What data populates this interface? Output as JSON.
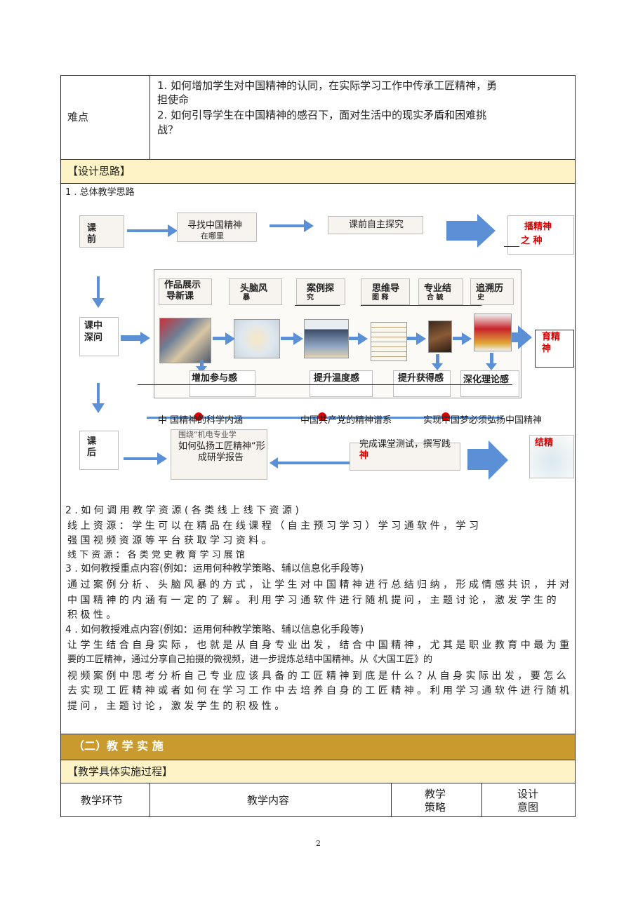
{
  "difficulty": {
    "label": "难点",
    "lines": [
      "1. 如何增加学生对中国精神的认同，在实际学习工作中传承工匠精神，勇",
      "担使命",
      "2. 如何引导学生在中国精神的感召下，面对生活中的现实矛盾和困难挑",
      "战？"
    ]
  },
  "design_header": "【设计思路】",
  "section1_title": "1 . 总体教学思路",
  "diagram": {
    "pre": {
      "stage": [
        "课",
        "前"
      ],
      "box1": [
        "寻找中国精神",
        "在哪里"
      ],
      "box2": "课前自主探究",
      "result": [
        "播精神",
        "之 种"
      ]
    },
    "mid": {
      "stage": [
        "课中",
        "深问"
      ],
      "tabs": [
        [
          "作品展示",
          "导新课"
        ],
        [
          "头脑风",
          "暴"
        ],
        [
          "案例探",
          "究"
        ],
        [
          "思维导",
          "图 释"
        ],
        [
          "专业结",
          "合 毓"
        ],
        [
          "追溯历",
          "史"
        ]
      ],
      "feelings": [
        "增加参与感",
        "提升温度感",
        "提升获得感",
        "深化理论感"
      ],
      "result": [
        "育精",
        "神"
      ]
    },
    "bottom_line": [
      "中 国精神的科学内涵",
      "中国共产党的精神谱系",
      "实现中国梦必须弘扬中国精神"
    ],
    "post": {
      "stage": [
        "课",
        "后"
      ],
      "box1": [
        "如何弘扬工匠精神“形",
        "成研学报告"
      ],
      "box1_overlay": "围绕“机电专业学",
      "box2": [
        "完成课堂测试，撰写践",
        "神"
      ],
      "result": "结精"
    }
  },
  "section2": {
    "title": "2 . 如 何 调 用 教 学 资 源 ( 各 类 线 上 线 下 资 源 )",
    "lines": [
      "线 上 资 源 ： 学 生 可 以 在 精 品 在 线 课 程 （ 自 主 预 习 学 习 ） 学 习 通 软 件 ， 学 习",
      "强 国 视 频 资 源 等 平 台 获 取 学 习 资 料 。",
      "线 下 资 源 ： 各 类 党 史 教 育 学 习 展 馆"
    ]
  },
  "section3": {
    "title": "3 . 如何教授重点内容(例如：运用何种教学策略、辅以信息化手段等)",
    "lines": [
      "通 过 案 例 分 析 、 头 脑 风 暴 的 方 式 ， 让 学 生 对 中 国 精 神 进 行 总 结 归 纳 ， 形 成 情 感 共 识 ， 并 对",
      "中 国 精 神 的 内 涵 有  一  定 的 了 解 。 利 用 学 习 通 软 件 进 行 随 机 提 问 ， 主 题 讨 论 ， 激 发 学 生 的",
      "积  极 性 。"
    ]
  },
  "section4": {
    "title": "4 . 如何教授难点内容(例如：运用何种教学策略、辅以信息化手段等)",
    "lines": [
      " 让 学 生 结 合 自 身 实 际 ， 也 就 是 从 自 身 专 业 出 发 ， 结 合 中 国 精 神 ， 尤 其 是 职 业 教 育 中 最 为 重",
      "要的工匠精神，通过分享自己拍摄的微视频，进一步提炼总结中国精神。从《大国工匠》的",
      "视 频 案 例 中 思 考 分 析 自 己 专 业 应 该 具 备 的 工 匠 精 神 到 底 是 什 么 ？从 自 身 实 际 出 发 ， 要 怎 么",
      "去 实 现 工 匠 精 神 或 者 如 何 在 学 习 工 作 中 去 培 养 自 身 的 工 匠 精 神 。 利 用 学 习 通 软 件 进 行 随 机",
      "提 问 ， 主 题 讨 论 ， 激 发 学 生 的 积 极 性 。"
    ]
  },
  "implementation_header": "（二）教 学 实 施",
  "process_header": "【教学具体实施过程】",
  "columns": {
    "c1": "教学环节",
    "c2": "教学内容",
    "c3": [
      "教学",
      "策略"
    ],
    "c4": [
      "设计",
      "意图"
    ]
  },
  "page_number": "2",
  "colors": {
    "arrow": "#5b8fd6",
    "accent_red": "#d40000",
    "header_gold": "#c99a2e",
    "header_yellow": "#fdf3c6"
  }
}
